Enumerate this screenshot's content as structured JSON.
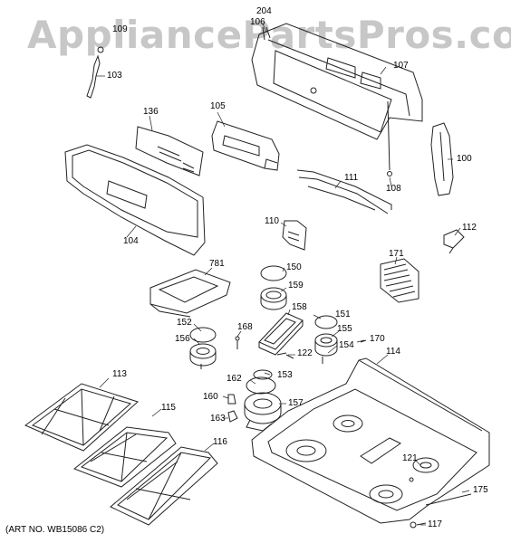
{
  "watermark": "AppliancePartsPros.com",
  "art_number": "(ART NO. WB15086 C2)",
  "parts": {
    "p100": "100",
    "p103": "103",
    "p104": "104",
    "p105": "105",
    "p106": "106",
    "p107": "107",
    "p108": "108",
    "p109": "109",
    "p110": "110",
    "p111": "111",
    "p112": "112",
    "p113": "113",
    "p114": "114",
    "p115": "115",
    "p116": "116",
    "p117": "117",
    "p121": "121",
    "p122": "122",
    "p136": "136",
    "p150": "150",
    "p151": "151",
    "p152": "152",
    "p153": "153",
    "p154": "154",
    "p155": "155",
    "p156": "156",
    "p157": "157",
    "p158": "158",
    "p159": "159",
    "p160": "160",
    "p162": "162",
    "p163": "163",
    "p168": "168",
    "p170": "170",
    "p171": "171",
    "p175": "175",
    "p204": "204",
    "p781": "781"
  },
  "colors": {
    "line": "#222222",
    "watermark": "#c7c7c7",
    "background": "#ffffff"
  }
}
